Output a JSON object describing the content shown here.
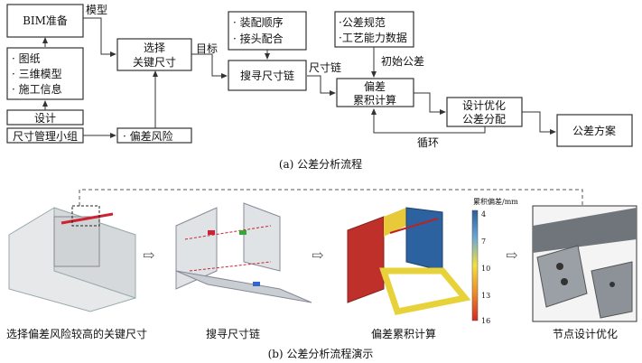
{
  "flowchart": {
    "bim": "BIM准备",
    "model_label": "模型",
    "inputs": [
      "· 图纸",
      "· 三维模型",
      "· 施工信息"
    ],
    "design": "设计",
    "team": "尺寸管理小组",
    "risk": "· 偏差风险",
    "select": [
      "选择",
      "关键尺寸"
    ],
    "target_label": "目标",
    "assembly": [
      "· 装配顺序",
      "· 接头配合"
    ],
    "search": "搜寻尺寸链",
    "chain_label": "尺寸链",
    "specs": [
      "·公差规范",
      "·工艺能力数据"
    ],
    "initial_label": "初始公差",
    "accumulate": [
      "偏差",
      "累积计算"
    ],
    "optimize": [
      "设计优化",
      "公差分配"
    ],
    "loop_label": "循环",
    "scheme": "公差方案",
    "caption": "(a) 公差分析流程"
  },
  "demo": {
    "colorbar": {
      "title": "累积偏差/mm",
      "ticks": [
        "4",
        "7",
        "10",
        "13",
        "16"
      ],
      "colors": [
        "#2a5d9a",
        "#f2e03a",
        "#d12a22"
      ]
    },
    "labels": [
      "选择偏差风险较高的关键尺寸",
      "搜寻尺寸链",
      "偏差累积计算",
      "节点设计优化"
    ],
    "caption": "(b) 公差分析流程演示"
  }
}
